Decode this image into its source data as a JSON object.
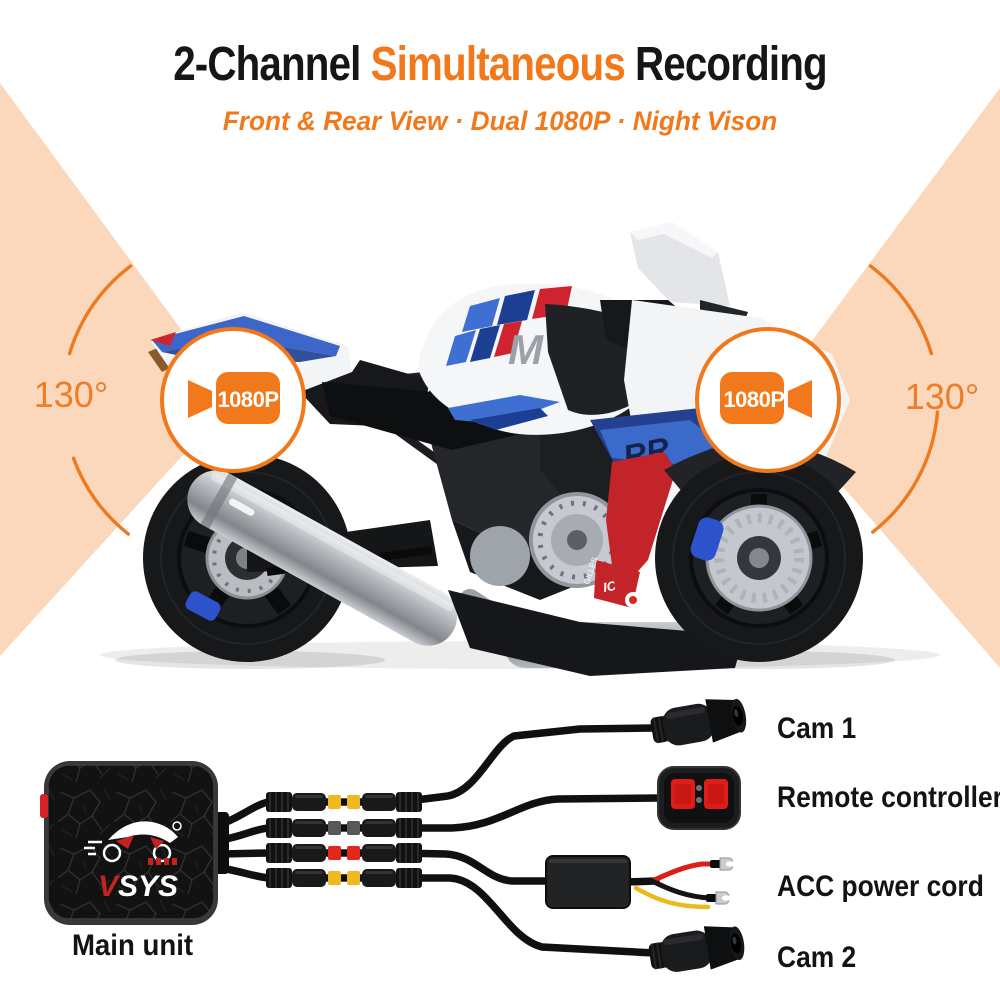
{
  "header": {
    "title": {
      "part1": "2-Channel",
      "part2": "Simultaneous",
      "part3": "Recording"
    },
    "subtitle": "Front & Rear View · Dual 1080P · Night Vison"
  },
  "view_angles": {
    "left": "130°",
    "right": "130°"
  },
  "camera_badges": {
    "left_label": "1080P",
    "right_label": "1080P"
  },
  "bike_decals": {
    "tank_m": "M",
    "fairing_rr": "RR",
    "belly_gilles": "GILLES",
    "belly_ic": "IC"
  },
  "wiring_diagram": {
    "main_unit_label": "Main unit",
    "logo_text_primary": "V",
    "logo_text_secondary": "SYS",
    "components": [
      {
        "label": "Cam 1"
      },
      {
        "label": "Remote controller"
      },
      {
        "label": "ACC power cord"
      },
      {
        "label": "Cam 2"
      }
    ]
  },
  "colors": {
    "accent_orange": "#F2791B",
    "beam_peach": "#FBD8BB",
    "band_yellow": "#F0B91F",
    "band_gray": "#57585A",
    "band_red": "#E3271C",
    "button_red": "#DF1C17"
  }
}
